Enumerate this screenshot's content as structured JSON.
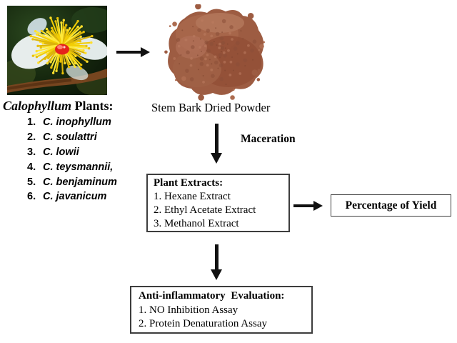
{
  "plants_section": {
    "title_italic": "Calophyllum",
    "title_rest": " Plants:",
    "species": [
      {
        "num": "1.",
        "name": "C. inophyllum"
      },
      {
        "num": "2.",
        "name": "C. soulattri"
      },
      {
        "num": "3.",
        "name": "C. lowii"
      },
      {
        "num": "4.",
        "name": "C. teysmannii,"
      },
      {
        "num": "5.",
        "name": "C. benjaminum"
      },
      {
        "num": "6.",
        "name": "C. javanicum"
      }
    ]
  },
  "powder_caption": "Stem Bark Dried Powder",
  "maceration_label": "Maceration",
  "extracts_box": {
    "title": "Plant Extracts:",
    "items": [
      "1. Hexane Extract",
      "2. Ethyl Acetate Extract",
      "3. Methanol Extract"
    ]
  },
  "yield_box_label": "Percentage of Yield",
  "evaluation_box": {
    "title": "Anti-inflammatory Evaluation:",
    "items": [
      "1. NO Inhibition Assay",
      "2. Protein Denaturation Assay"
    ]
  },
  "colors": {
    "arrow": "#111111",
    "box_border": "#3d3d3d",
    "text": "#000000",
    "powder_brown": "#a5654a",
    "flower_yellow": "#f2cd05",
    "flower_red": "#e5231b"
  }
}
